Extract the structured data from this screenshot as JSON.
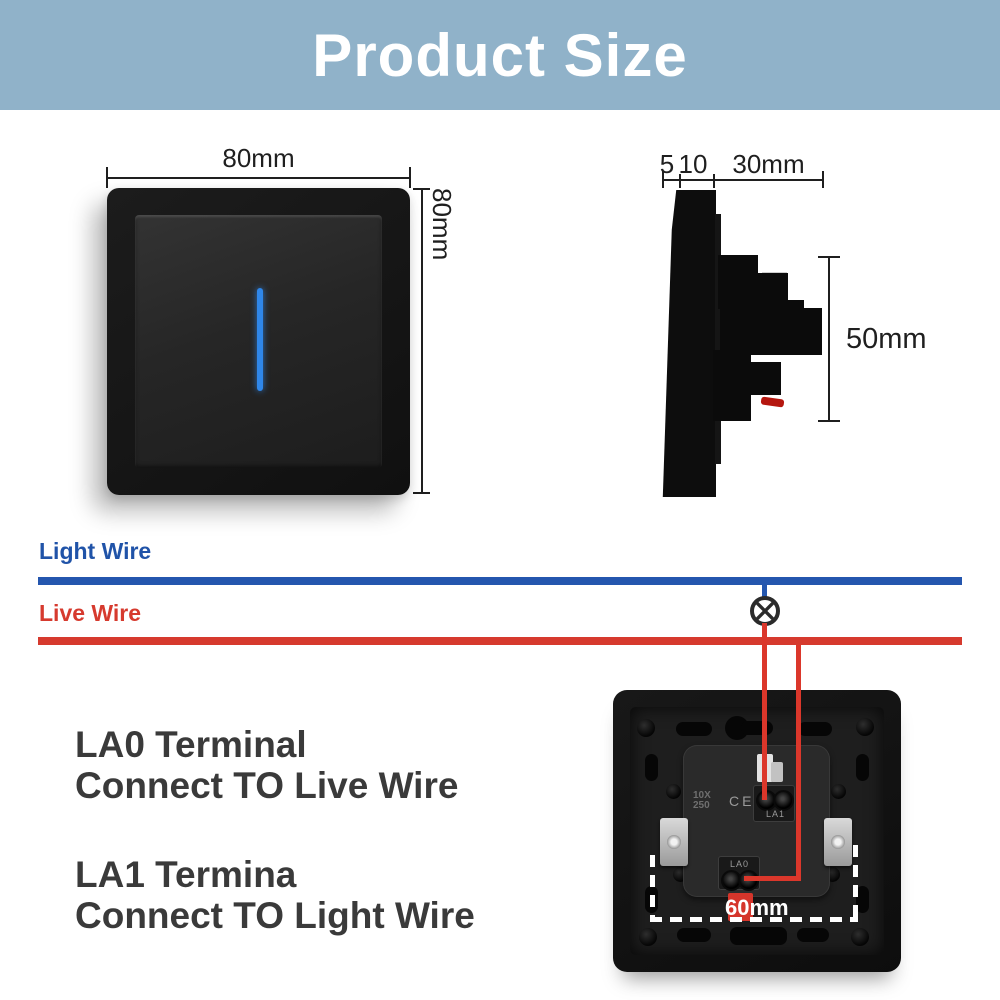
{
  "header": {
    "title": "Product Size",
    "bg_color": "#90b2c9"
  },
  "front_view": {
    "width_label": "80mm",
    "height_label": "80mm",
    "led_color": "#2f87ea"
  },
  "side_view": {
    "dim_small_1": "5",
    "dim_small_2": "10",
    "dim_top": "30mm",
    "dim_height": "50mm"
  },
  "wiring": {
    "light_wire_label": "Light Wire",
    "live_wire_label": "Live Wire",
    "light_wire_color": "#2053a8",
    "live_wire_color": "#d63a2e"
  },
  "annotations": {
    "la0_line1": "LA0 Terminal",
    "la0_line2": "Connect TO Live Wire",
    "la1_line1": "LA1 Termina",
    "la1_line2": "Connect TO Light Wire"
  },
  "back_view": {
    "rating_line1": "10X",
    "rating_line2": "250",
    "ce_mark": "CE",
    "la1_label": "LA1",
    "la0_label": "LA0",
    "width_label": "60mm"
  }
}
